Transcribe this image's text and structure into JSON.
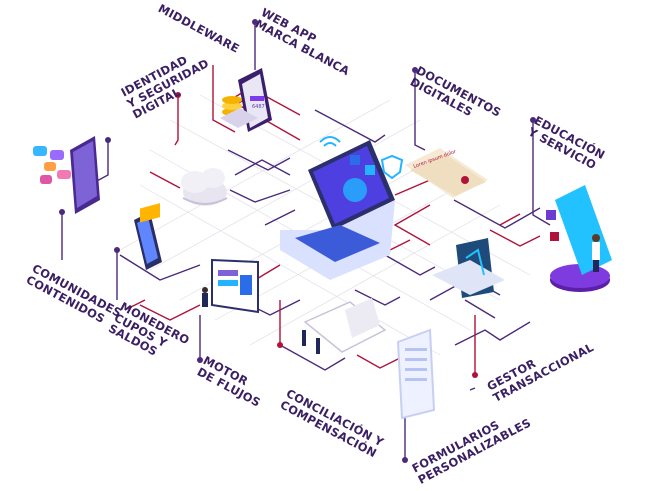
{
  "labels": {
    "middleware": [
      "MIDDLEWARE"
    ],
    "webapp": [
      "WEB APP",
      "MARCA BLANCA"
    ],
    "identidad": [
      "IDENTIDAD",
      "Y SEGURIDAD",
      "DIGITAL"
    ],
    "documentos": [
      "DOCUMENTOS",
      "DIGITALES"
    ],
    "educacion": [
      "EDUCACIÓN",
      "Y SERVICIO"
    ],
    "comunidades": [
      "COMUNIDADES",
      "CONTENIDOS"
    ],
    "monedero": [
      "MONEDERO",
      "CUPOS Y",
      "SALDOS"
    ],
    "motor": [
      "MOTOR",
      "DE FLUJOS"
    ],
    "conciliacion": [
      "CONCILIACIÓN Y",
      "COMPENSACIÓN"
    ],
    "formularios": [
      "FORMULARIOS",
      "PERSONALIZABLES"
    ],
    "gestor": [
      "GESTOR",
      "TRANSACCIONAL"
    ]
  },
  "colors": {
    "label_text": "#3a1f63",
    "line_dark": "#4b2a7b",
    "line_red": "#b0123a",
    "grid": "#d9d6e2",
    "accent_blue": "#1aa6e6",
    "accent_purple": "#6c3bd1"
  },
  "document_heading": "Loren ipsum dolor",
  "phone_number": "6487",
  "icons": [
    "chat-bubbles-icon",
    "phone-ui-icon",
    "server-stack-icon",
    "cloud-icon",
    "wallet-phone-icon",
    "laptop-icon",
    "wifi-icon",
    "shield-check-icon",
    "document-certificate-icon",
    "education-screen-icon",
    "workflow-monitor-icon",
    "tablet-form-icon",
    "handshake-contract-icon",
    "transaction-monitor-icon"
  ]
}
